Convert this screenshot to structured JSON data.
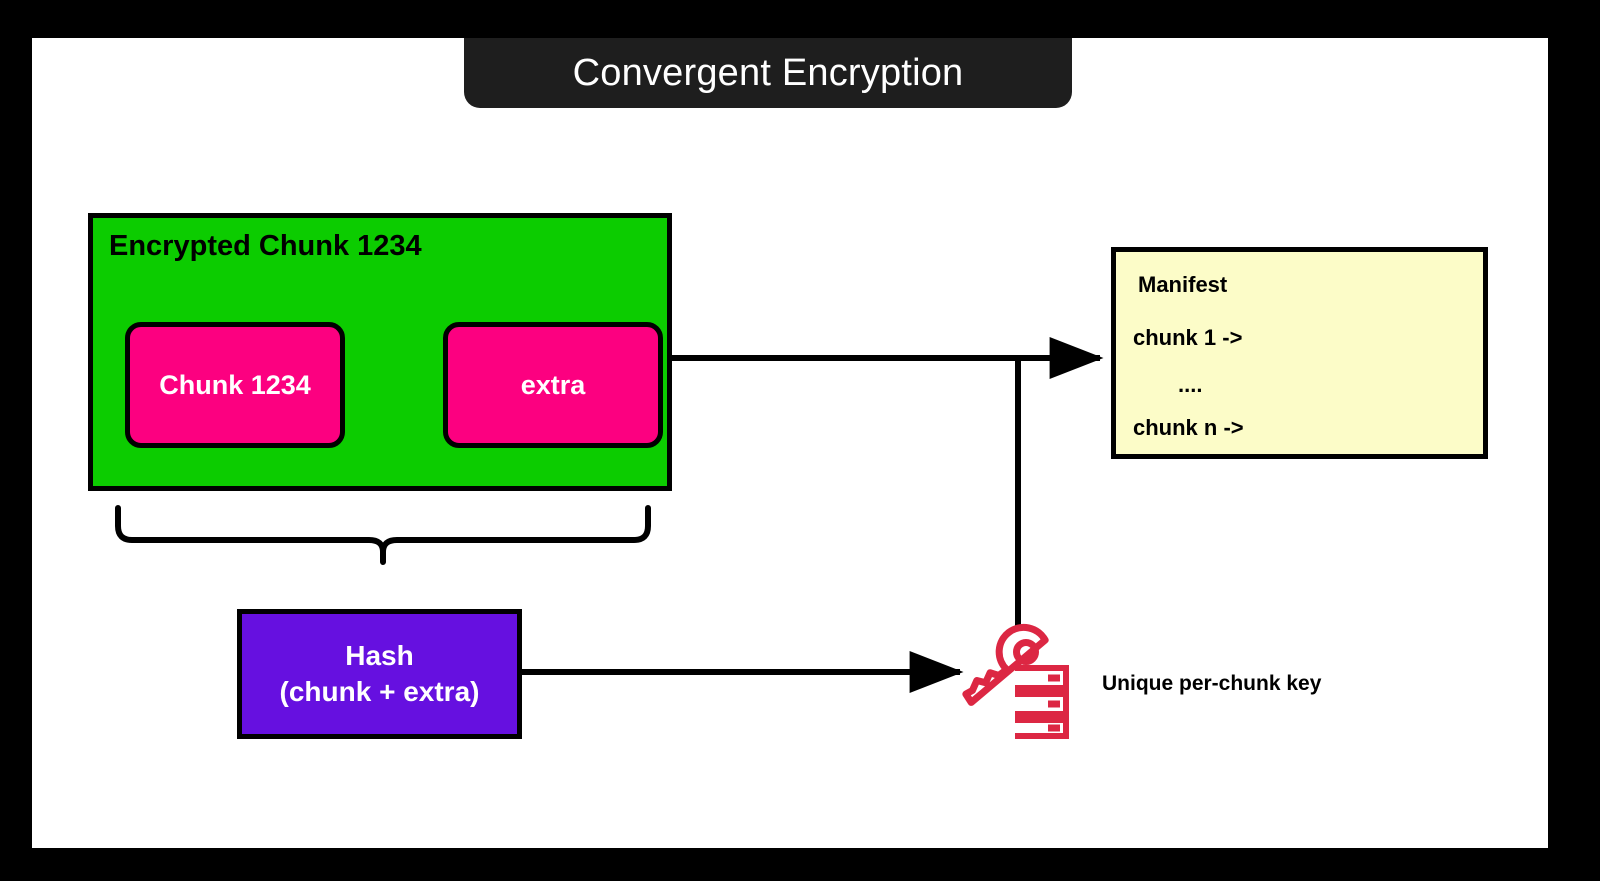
{
  "diagram": {
    "title": "Convergent Encryption",
    "background_color": "#000000",
    "canvas_color": "#ffffff",
    "title_bar_color": "#1e1e1e"
  },
  "encrypted_chunk": {
    "label": "Encrypted Chunk 1234",
    "fill_color": "#0ccc00",
    "chips": [
      {
        "label": "Chunk 1234",
        "fill_color": "#fc0080"
      },
      {
        "label": "extra",
        "fill_color": "#fc0080"
      }
    ]
  },
  "hash_box": {
    "line_1": "Hash",
    "line_2": "(chunk + extra)",
    "fill_color": "#6610e0"
  },
  "manifest": {
    "title": "Manifest",
    "rows": [
      "chunk 1 ->",
      "....",
      "chunk n ->"
    ],
    "fill_color": "#fcfcc8"
  },
  "key": {
    "caption": "Unique per-chunk key",
    "icon": "key-server-icon",
    "color": "#dc2743"
  },
  "connectors": {
    "chunk_to_manifest": "arrow",
    "manifest_branch_to_key": "line",
    "hash_to_key": "arrow",
    "brace_under_chunk": "curly-brace",
    "stroke_color": "#000000"
  }
}
